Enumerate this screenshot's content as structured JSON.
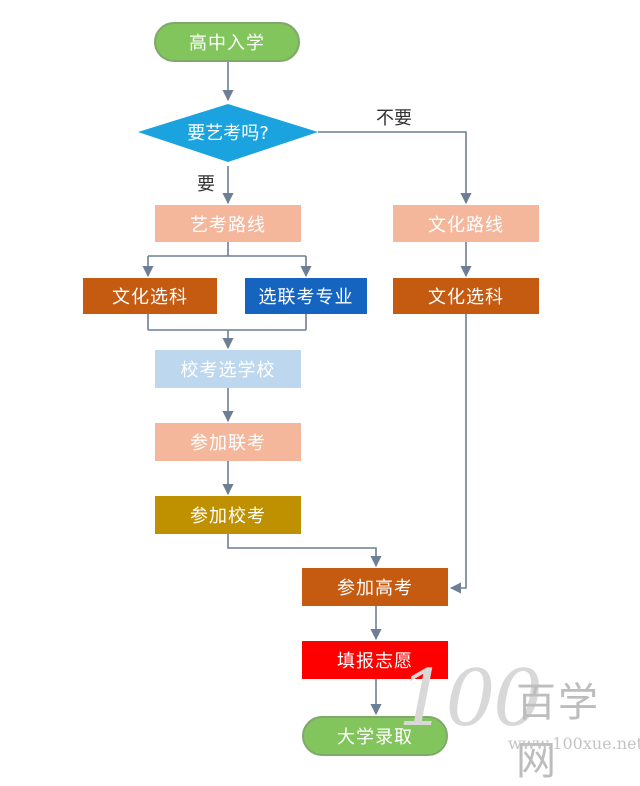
{
  "flowchart": {
    "start": "高中入学",
    "decision": "要艺考吗?",
    "edge_yes": "要",
    "edge_no": "不要",
    "art_route": "艺考路线",
    "art_culture_subjects": "文化选科",
    "art_joint_major": "选联考专业",
    "school_exam_choose": "校考选学校",
    "join_joint_exam": "参加联考",
    "join_school_exam": "参加校考",
    "culture_route": "文化路线",
    "culture_subjects": "文化选科",
    "gaokao": "参加高考",
    "fill_application": "填报志愿",
    "admission": "大学录取"
  },
  "colors": {
    "start_end": "#82c55c",
    "decision": "#1ba3e0",
    "light_orange": "#f5b79c",
    "dark_orange": "#c55a11",
    "blue": "#1565c0",
    "light_blue": "#bdd7ee",
    "gold": "#bf9000",
    "red": "#ff0000",
    "arrow": "#6d7f95"
  },
  "watermark": {
    "digits": "100",
    "name": "百学网",
    "url": "www.100xue.net"
  }
}
